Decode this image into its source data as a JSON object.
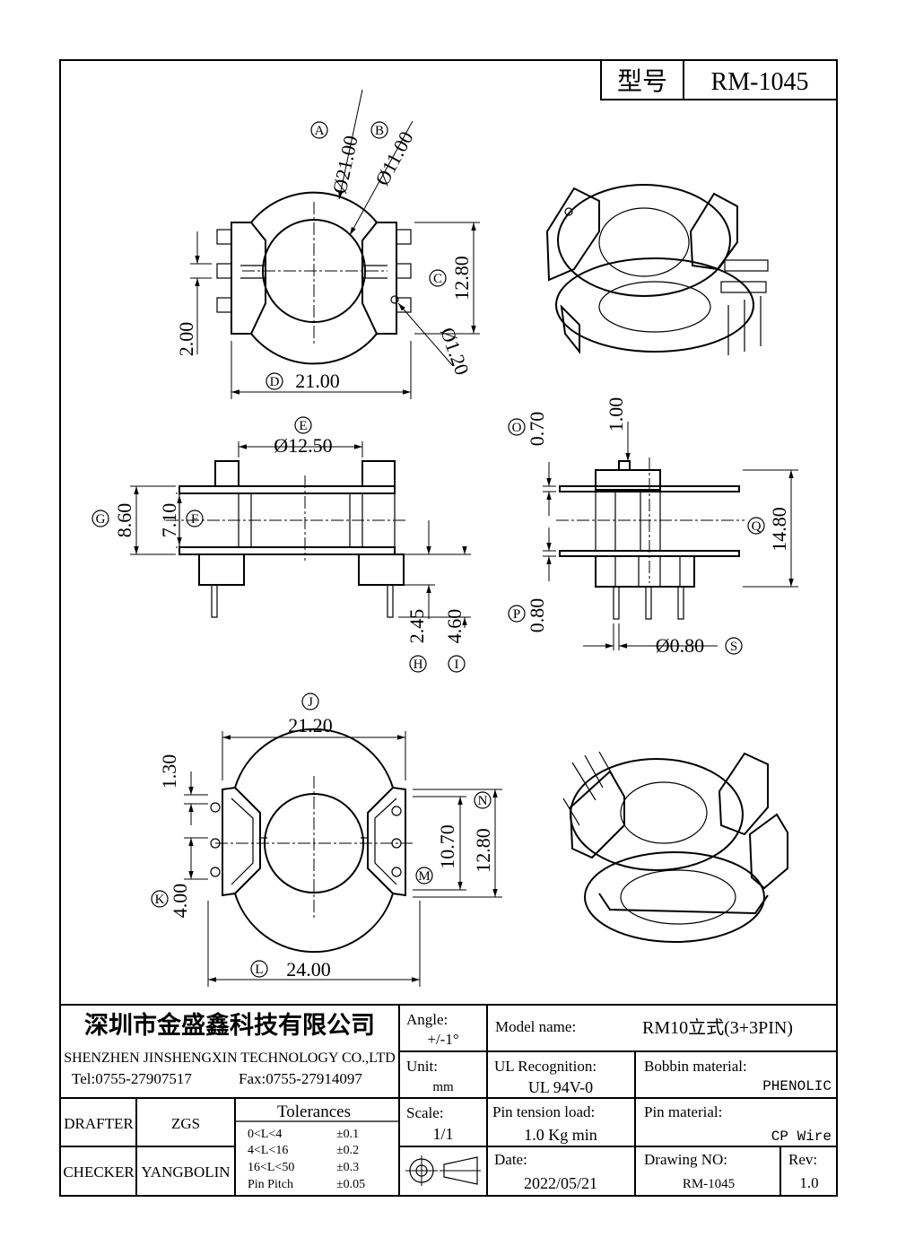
{
  "header": {
    "model_label": "型号",
    "model_value": "RM-1045"
  },
  "views": {
    "top": {
      "dim_a_letter": "A",
      "dim_a": "Ø21.00",
      "dim_b_letter": "B",
      "dim_b": "Ø11.00",
      "dim_c_letter": "C",
      "dim_c": "12.80",
      "dim_d_letter": "D",
      "dim_d": "21.00",
      "dim_pin_pitch": "2.00",
      "dim_hole": "Ø1.20"
    },
    "front": {
      "dim_e_letter": "E",
      "dim_e": "Ø12.50",
      "dim_f_letter": "F",
      "dim_f": "7.10",
      "dim_g_letter": "G",
      "dim_g": "8.60",
      "dim_h_letter": "H",
      "dim_h": "2.45",
      "dim_i_letter": "I",
      "dim_i": "4.60"
    },
    "side": {
      "dim_o_letter": "O",
      "dim_o": "0.70",
      "dim_top": "1.00",
      "dim_q_letter": "Q",
      "dim_q": "14.80",
      "dim_p_letter": "P",
      "dim_p": "0.80",
      "dim_s_letter": "S",
      "dim_s": "Ø0.80"
    },
    "bottom": {
      "dim_j_letter": "J",
      "dim_j": "21.20",
      "dim_n_letter": "N",
      "dim_n": "12.80",
      "dim_m_letter": "M",
      "dim_m": "10.70",
      "dim_k_letter": "K",
      "dim_k": "4.00",
      "dim_l_letter": "L",
      "dim_l": "24.00",
      "dim_tab": "1.30"
    }
  },
  "title_block": {
    "company_cn": "深圳市金盛鑫科技有限公司",
    "company_en": "SHENZHEN JINSHENGXIN TECHNOLOGY CO.,LTD",
    "tel": "Tel:0755-27907517",
    "fax": "Fax:0755-27914097",
    "drafter_label": "DRAFTER",
    "drafter": "ZGS",
    "checker_label": "CHECKER",
    "checker": "YANGBOLIN",
    "tolerances_title": "Tolerances",
    "tolerances": [
      {
        "range": "0<L<4",
        "value": "±0.1"
      },
      {
        "range": "4<L<16",
        "value": "±0.2"
      },
      {
        "range": "16<L<50",
        "value": "±0.3"
      },
      {
        "range": "Pin Pitch",
        "value": "±0.05"
      }
    ],
    "angle_label": "Angle:",
    "angle_value": "+/-1°",
    "unit_label": "Unit:",
    "unit_value": "mm",
    "scale_label": "Scale:",
    "scale_value": "1/1",
    "model_name_label": "Model name:",
    "model_name_value": "RM10立式(3+3PIN)",
    "ul_label": "UL Recognition:",
    "ul_value": "UL 94V-0",
    "bobbin_label": "Bobbin material:",
    "bobbin_value": "PHENOLIC",
    "pin_tension_label": "Pin tension load:",
    "pin_tension_value": "1.0 Kg min",
    "pin_material_label": "Pin material:",
    "pin_material_value": "CP Wire",
    "date_label": "Date:",
    "date_value": "2022/05/21",
    "drawing_no_label": "Drawing NO:",
    "drawing_no_value": "RM-1045",
    "rev_label": "Rev:",
    "rev_value": "1.0"
  }
}
